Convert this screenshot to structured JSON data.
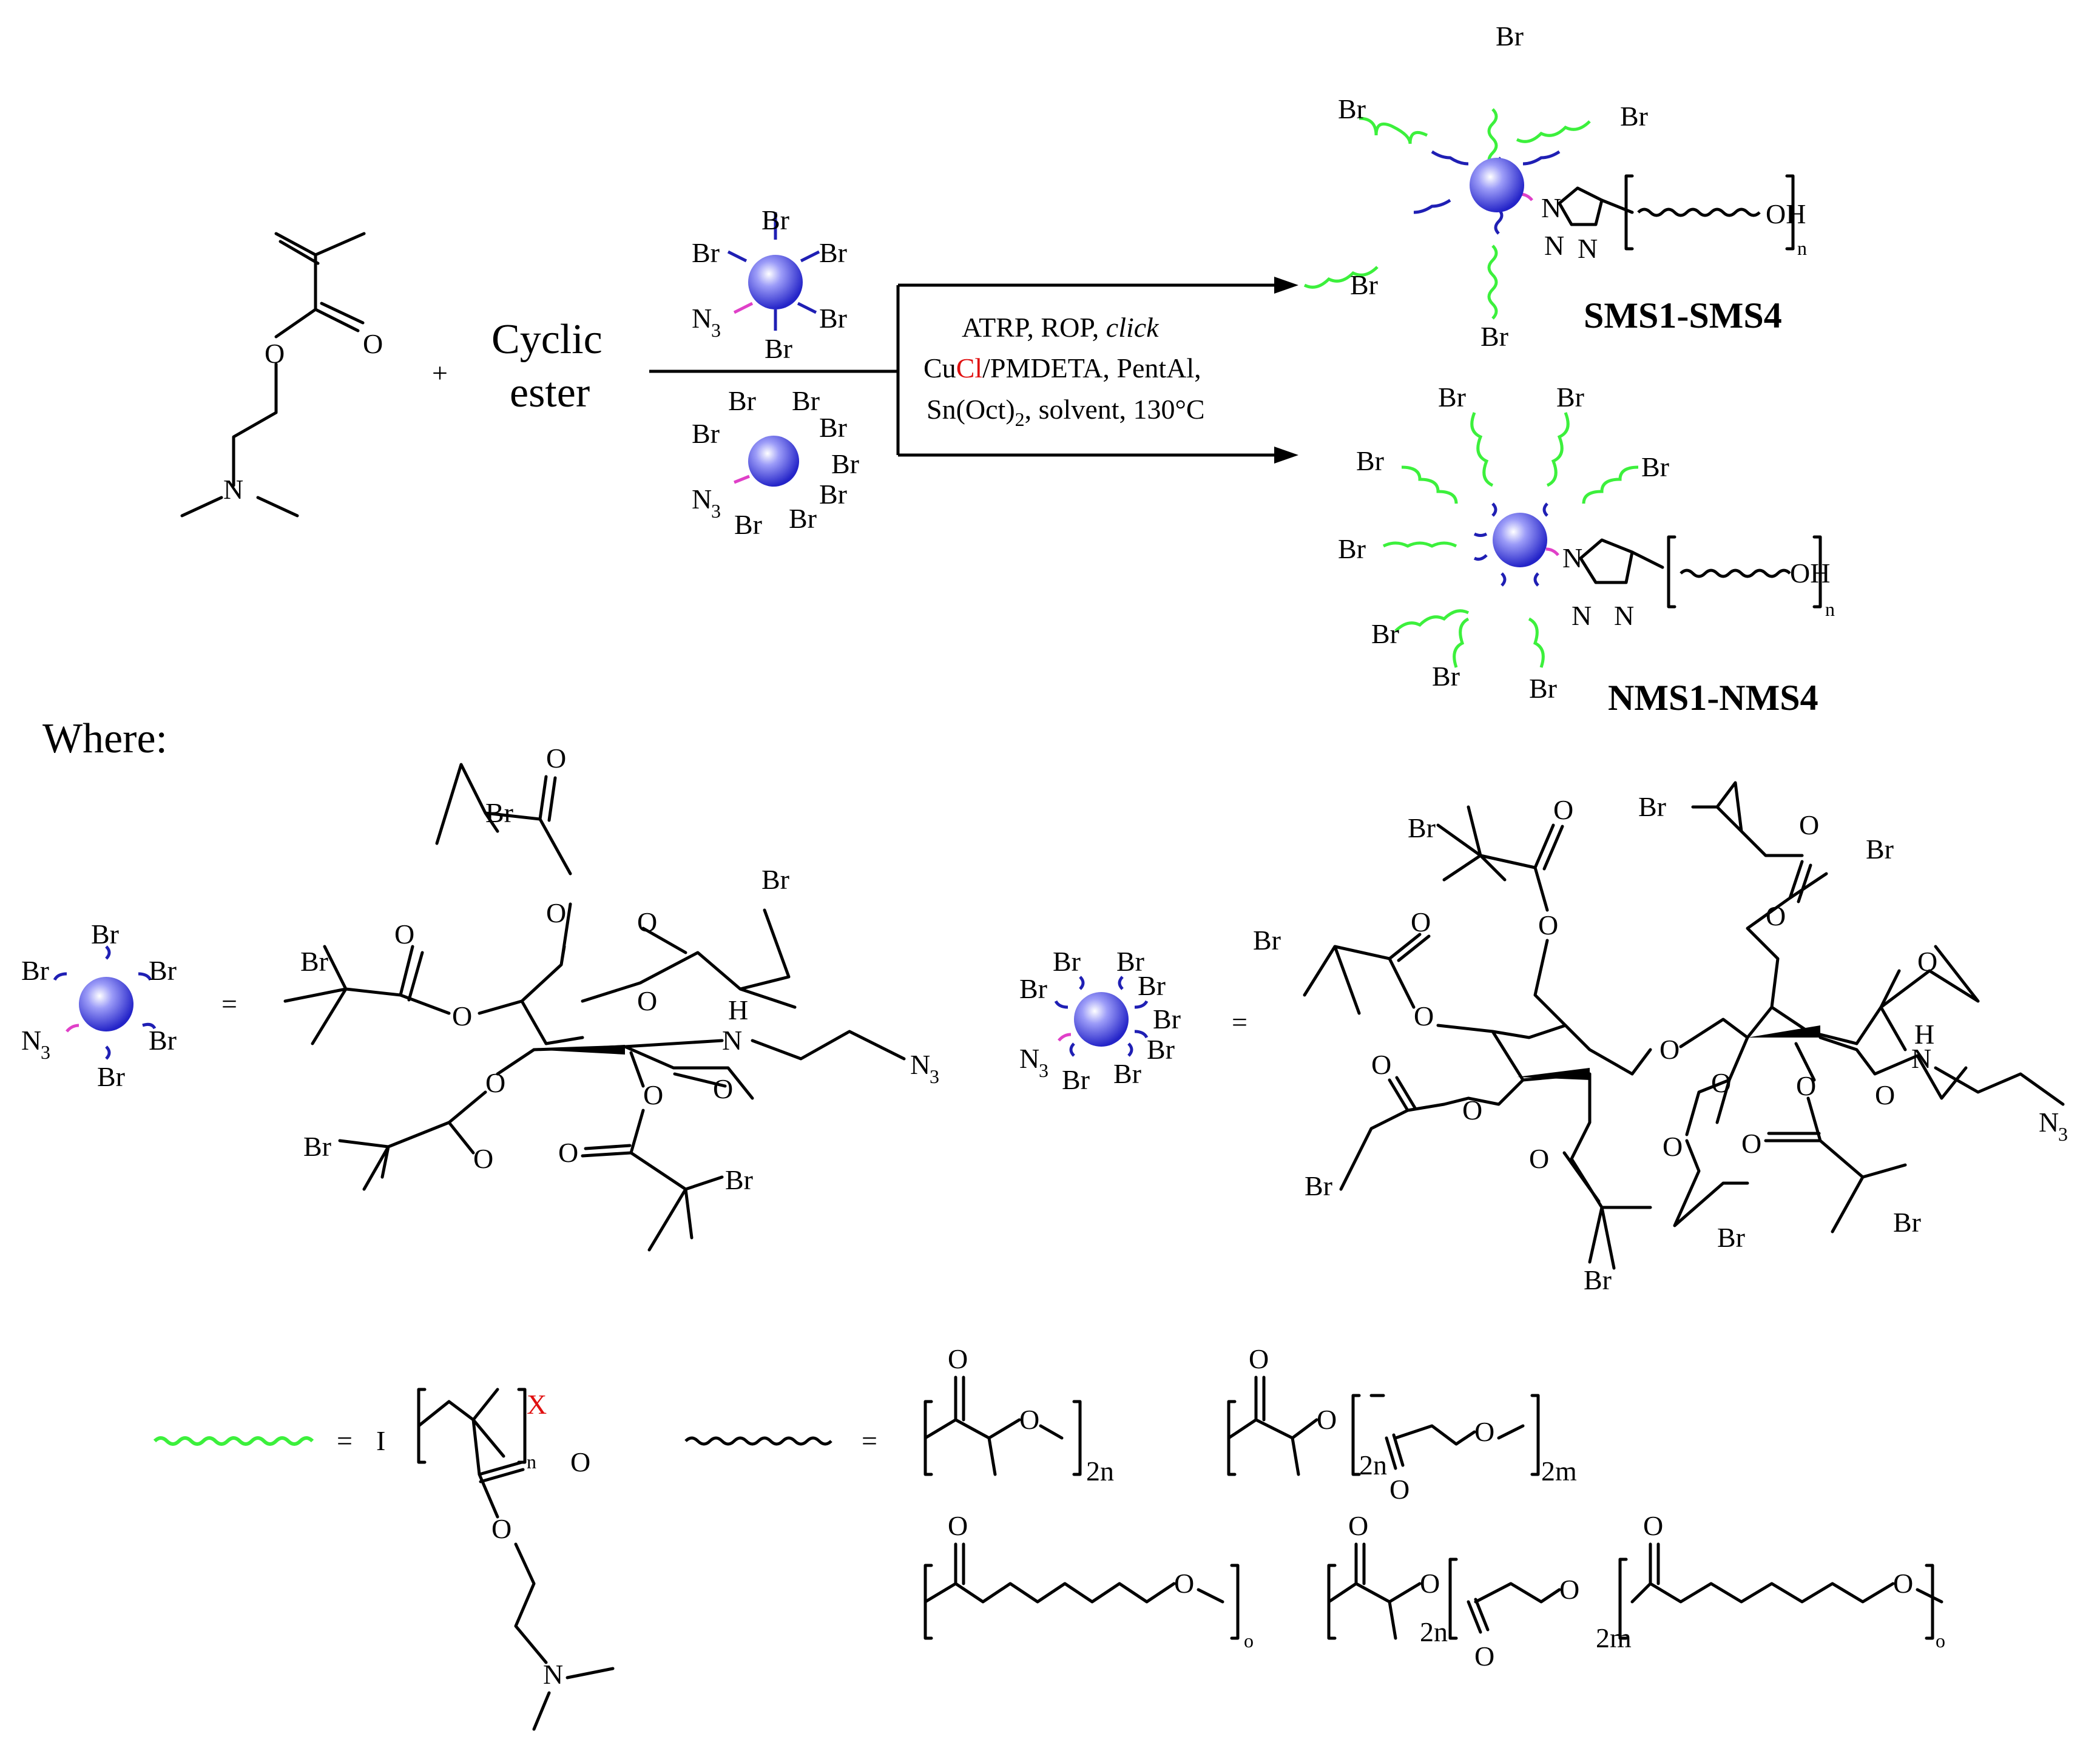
{
  "colors": {
    "core_blue": "#3e3fe8",
    "green_chain": "#3cf03c",
    "blue_chain": "#1f1fb4",
    "azide_magenta": "#e040c8",
    "catalyst_red": "#e01010",
    "text": "#000000"
  },
  "labels": {
    "plus": "+",
    "cyclic": "Cyclic",
    "ester": "ester",
    "cond_line1_a": "ATRP, ROP, ",
    "cond_line1_b": "click",
    "cond_line2_a": "Cu",
    "cond_line2_b": "Cl",
    "cond_line2_c": "/PMDETA, PentAl,",
    "cond_line3_a": "Sn(Oct)",
    "cond_line3_sub": "2",
    "cond_line3_b": ", solvent, 130°C",
    "product1": "SMS1-SMS4",
    "product2": "NMS1-NMS4",
    "where": "Where:",
    "equals": "=",
    "br": "Br",
    "o": "O",
    "n_atom": "N",
    "h": "H",
    "oh": "OH",
    "n3": "N",
    "n3_sub": "3",
    "i_atom": "I",
    "x_atom": "X",
    "sub_n": "n",
    "sub_o": "o",
    "sub_2n": "2n",
    "sub_2m": "2m"
  }
}
